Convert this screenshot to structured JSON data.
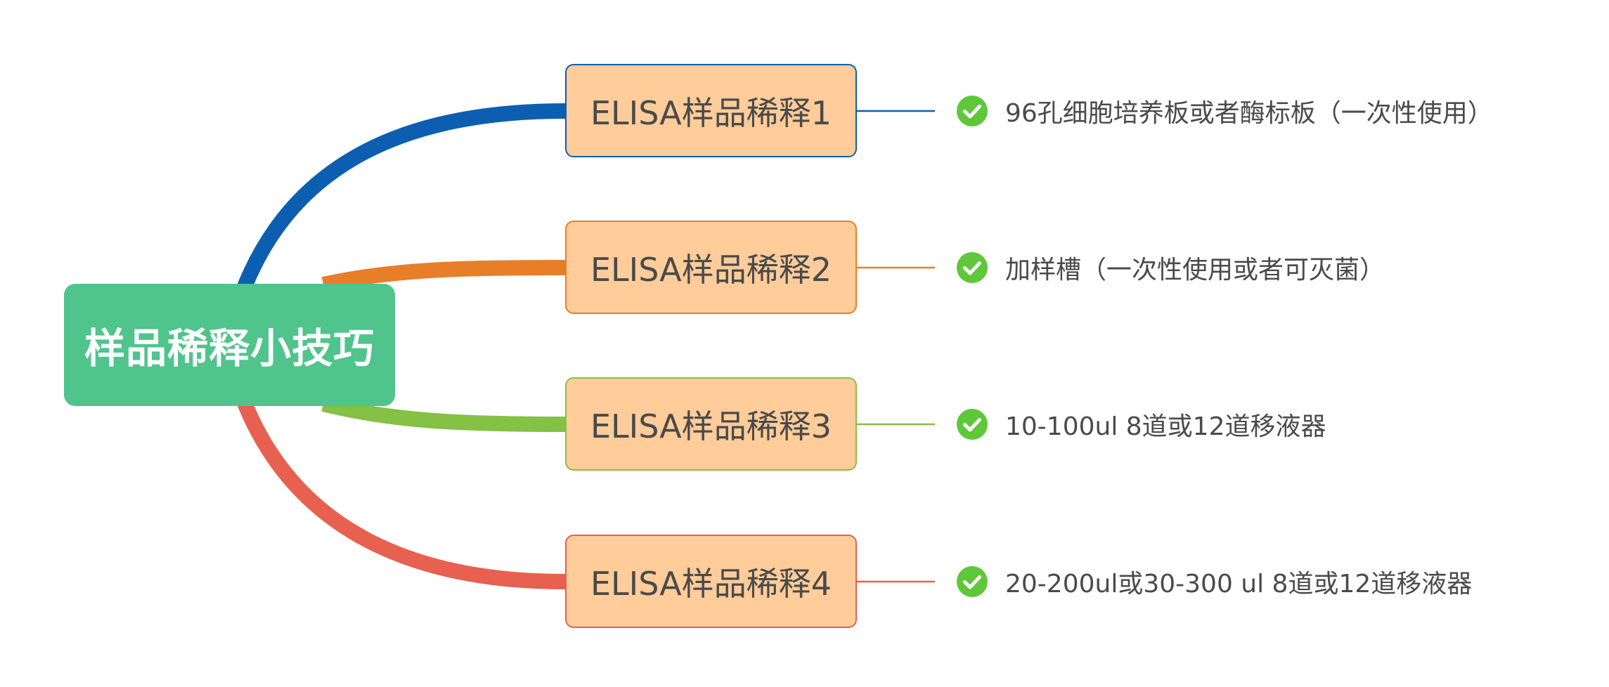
{
  "root": {
    "label": "样品稀释小技巧",
    "color": "#4fc48c"
  },
  "branches": [
    {
      "label": "ELISA样品稀释1",
      "color": "#0c5fb0",
      "leaf": "96孔细胞培养板或者酶标板（一次性使用）"
    },
    {
      "label": "ELISA样品稀释2",
      "color": "#e87e28",
      "leaf": "加样槽（一次性使用或者可灭菌）"
    },
    {
      "label": "ELISA样品稀释3",
      "color": "#84c144",
      "leaf": "10-100ul 8道或12道移液器"
    },
    {
      "label": "ELISA样品稀释4",
      "color": "#e8604f",
      "leaf": "20-200ul或30-300 ul 8道或12道移液器"
    }
  ],
  "leaf_icon": {
    "name": "check-circle-icon",
    "color": "#5ec73a"
  },
  "node_fill_color": "#ffcc9a"
}
